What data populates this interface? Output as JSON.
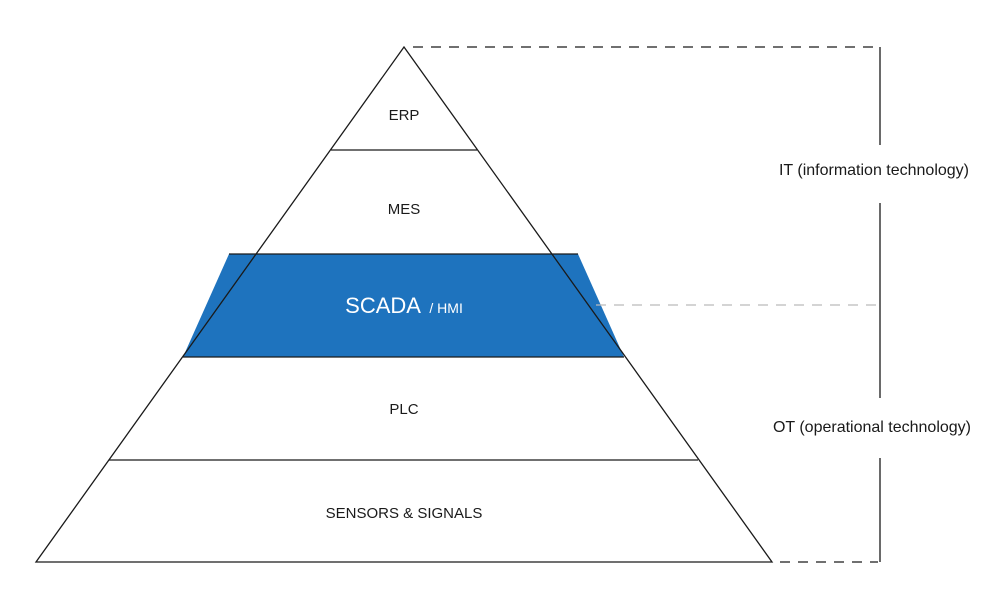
{
  "diagram": {
    "levels": [
      {
        "id": "erp",
        "label": "ERP",
        "highlight": false
      },
      {
        "id": "mes",
        "label": "MES",
        "highlight": false
      },
      {
        "id": "scada",
        "label": "SCADA",
        "sublabel": "/ HMI",
        "highlight": true
      },
      {
        "id": "plc",
        "label": "PLC",
        "highlight": false
      },
      {
        "id": "sensors",
        "label": "SENSORS & SIGNALS",
        "highlight": false
      }
    ],
    "side_labels": {
      "it": "IT (information technology)",
      "ot": "OT (operational technology)"
    },
    "colors": {
      "highlight_fill": "#1e73be",
      "line": "#1a1a1a",
      "dashed_boundary": "#bbbbbb",
      "background": "#ffffff"
    }
  }
}
